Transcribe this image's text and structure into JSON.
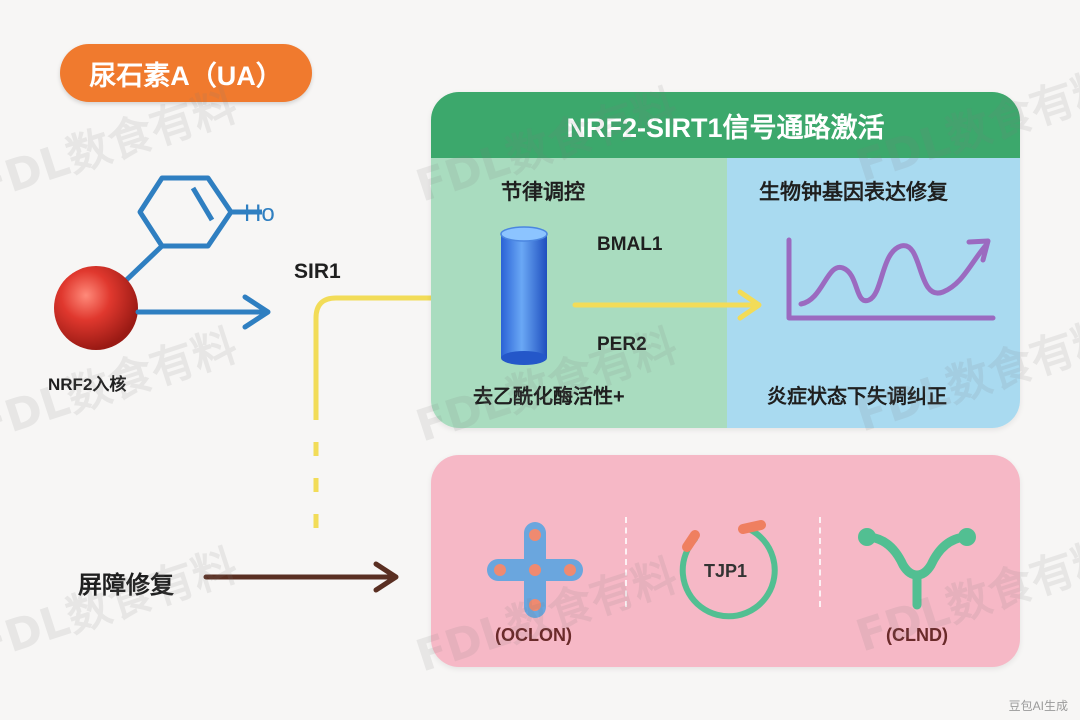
{
  "title": "尿石素A（UA）",
  "pathway_header": "NRF2-SIRT1信号通路激活",
  "labels": {
    "nucleus": "NRF2入核",
    "sir1": "SIR1",
    "ho": "Ho",
    "barrier": "屏障修复"
  },
  "left_pane": {
    "heading": "节律调控",
    "bmal1": "BMAL1",
    "per2": "PER2",
    "caption": "去乙酰化酶活性+"
  },
  "right_pane": {
    "heading": "生物钟基因表达修复",
    "caption": "炎症状态下失调纠正"
  },
  "proteins": [
    {
      "name": "(OCLON)"
    },
    {
      "name": "TJP1"
    },
    {
      "name": "(CLND)"
    }
  ],
  "watermark": "FDL数食有料",
  "corner_mark": "豆包AI生成",
  "colors": {
    "title": "#f07a2e",
    "header": "#3ca86c",
    "left_pane": "#a9dcbf",
    "right_pane": "#a9daf0",
    "barrier_panel": "#f6b8c6",
    "blue_arrow": "#2f7fc1",
    "yellow_arrow": "#f2dc58",
    "brown_arrow": "#5a2f22",
    "curve": "#9b6ac0"
  }
}
